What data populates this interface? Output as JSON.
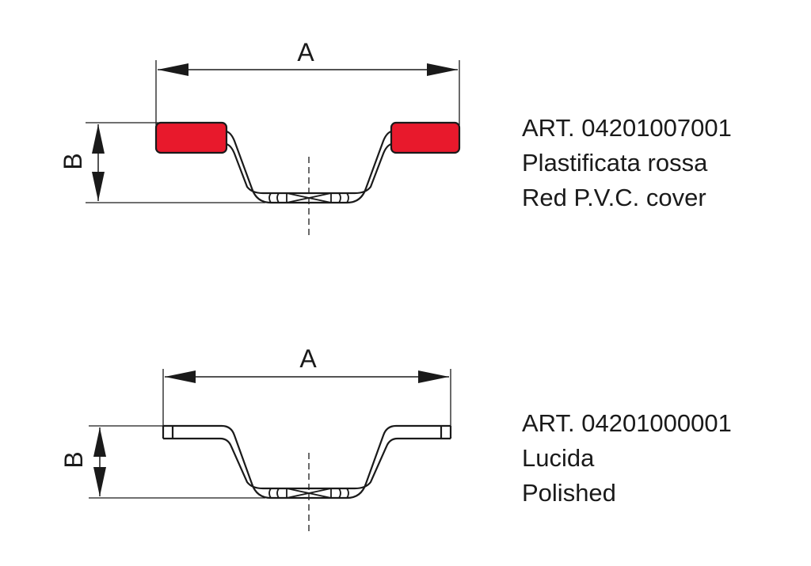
{
  "variants": [
    {
      "article": "ART. 04201007001",
      "name_it": "Plastificata rossa",
      "name_en": "Red P.V.C. cover",
      "dim_a": "A",
      "dim_b": "B",
      "cover_color": "#e8192c"
    },
    {
      "article": "ART. 04201000001",
      "name_it": "Lucida",
      "name_en": "Polished",
      "dim_a": "A",
      "dim_b": "B"
    }
  ]
}
